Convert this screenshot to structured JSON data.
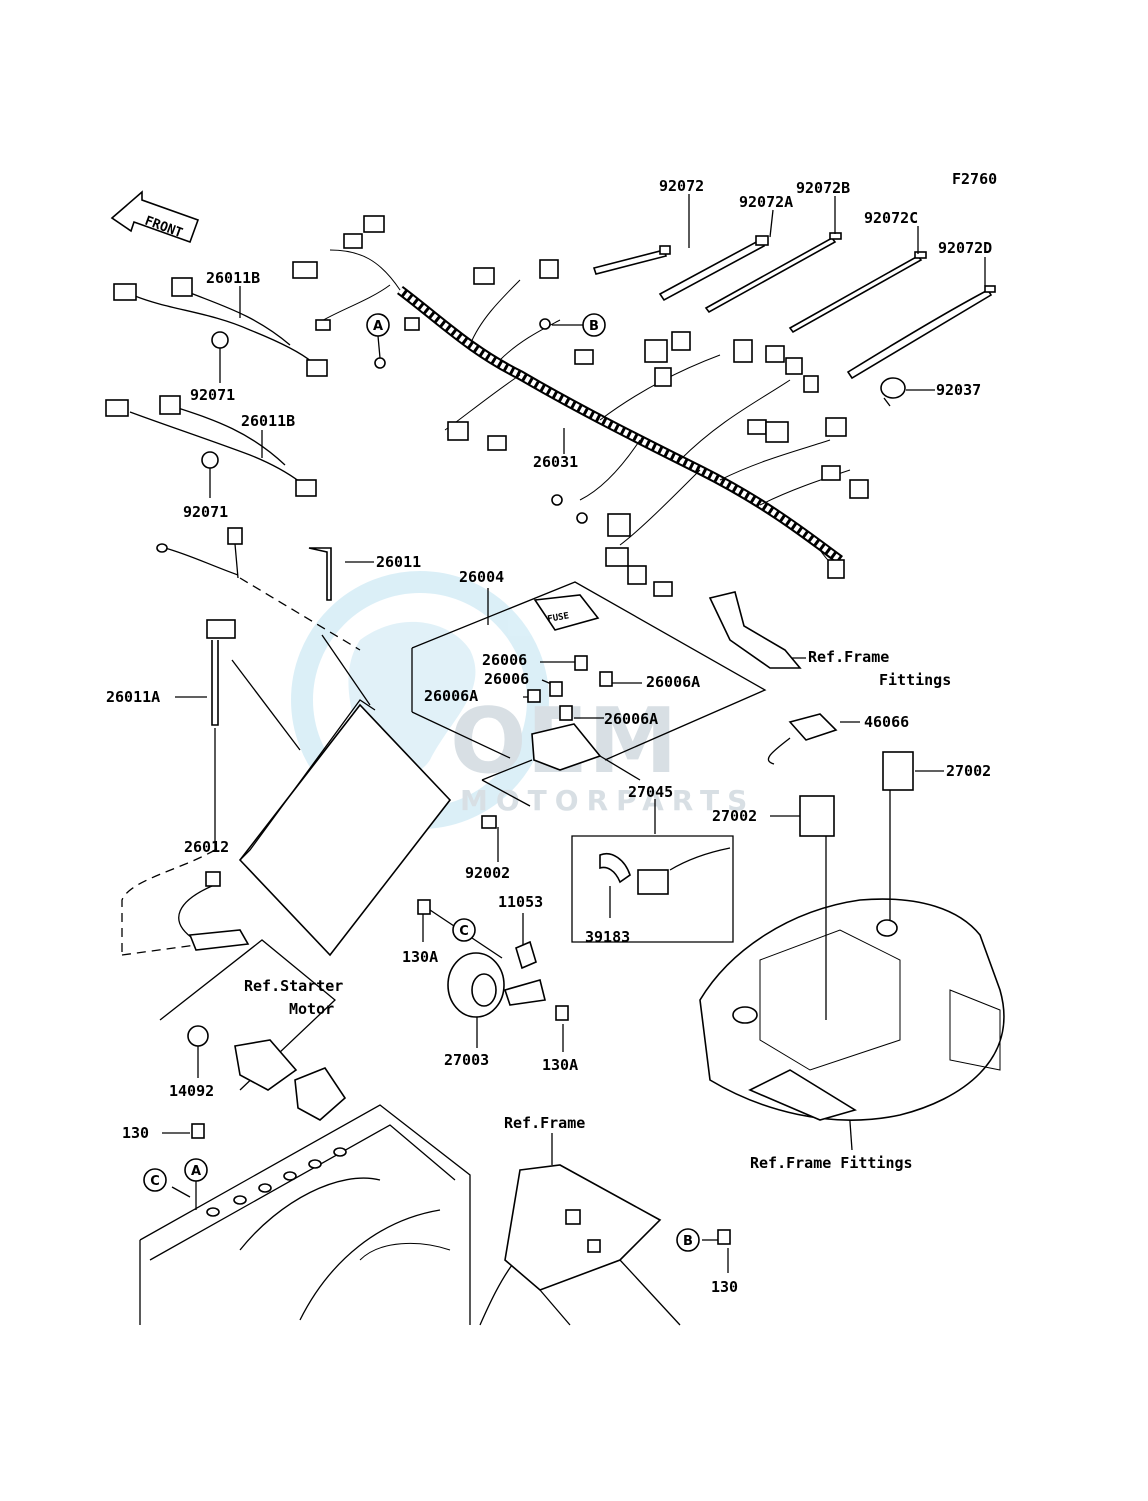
{
  "figure_code": "F2760",
  "front_label": "FRONT",
  "fuse_label": "FUSE",
  "watermark": {
    "brand": "OEM",
    "sub": "MOTORPARTS",
    "color": "#bfe3f2"
  },
  "callouts": {
    "A": "A",
    "B": "B",
    "C": "C"
  },
  "parts": {
    "p92072": "92072",
    "p92072A": "92072A",
    "p92072B": "92072B",
    "p92072C": "92072C",
    "p92072D": "92072D",
    "p92037": "92037",
    "p26011B_1": "26011B",
    "p92071_1": "92071",
    "p26011B_2": "26011B",
    "p92071_2": "92071",
    "p26031": "26031",
    "p26011": "26011",
    "p26004": "26004",
    "p26006_1": "26006",
    "p26006_2": "26006",
    "p26006A_1": "26006A",
    "p26006A_2": "26006A",
    "p26006A_3": "26006A",
    "p26011A": "26011A",
    "p46066": "46066",
    "p27002_1": "27002",
    "p27002_2": "27002",
    "p27045": "27045",
    "p92002": "92002",
    "p26012": "26012",
    "p11053": "11053",
    "p130A_1": "130A",
    "p130A_2": "130A",
    "p39183": "39183",
    "p27003": "27003",
    "p14092": "14092",
    "p130_1": "130",
    "p130_2": "130"
  },
  "references": {
    "frame_fittings_1a": "Ref.Frame",
    "frame_fittings_1b": "Fittings",
    "starter_motor_a": "Ref.Starter",
    "starter_motor_b": "Motor",
    "frame": "Ref.Frame",
    "frame_fittings_2": "Ref.Frame Fittings"
  }
}
